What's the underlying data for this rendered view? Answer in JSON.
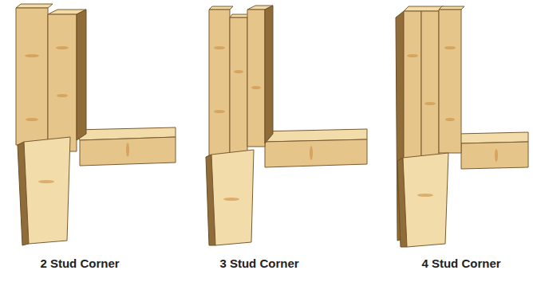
{
  "diagram": {
    "labels": [
      "2 Stud Corner",
      "3 Stud Corner",
      "4 Stud Corner"
    ]
  }
}
